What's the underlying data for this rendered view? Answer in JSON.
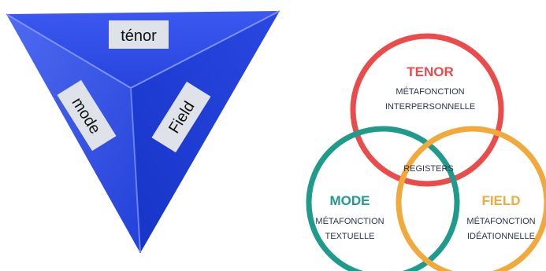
{
  "tetrahedron": {
    "faces": [
      "ténor",
      "mode",
      "Field"
    ],
    "colors": {
      "left": "#3a57e8",
      "right": "#1f3fd6",
      "top": "#2d4cf0",
      "edge": "#6f86ff"
    }
  },
  "venn": {
    "tenor": {
      "title": "TENOR",
      "line1": "MÉTAFONCTION",
      "line2": "INTERPERSONNELLE",
      "color": "#ea4b4b"
    },
    "mode": {
      "title": "MODE",
      "line1": "MÉTAFONCTION",
      "line2": "TEXTUELLE",
      "color": "#1f9b8c"
    },
    "field": {
      "title": "FIELD",
      "line1": "MÉTAFONCTION",
      "line2": "IDÉATIONNELLE",
      "color": "#f2a93b"
    },
    "center": "REGISTERS"
  }
}
